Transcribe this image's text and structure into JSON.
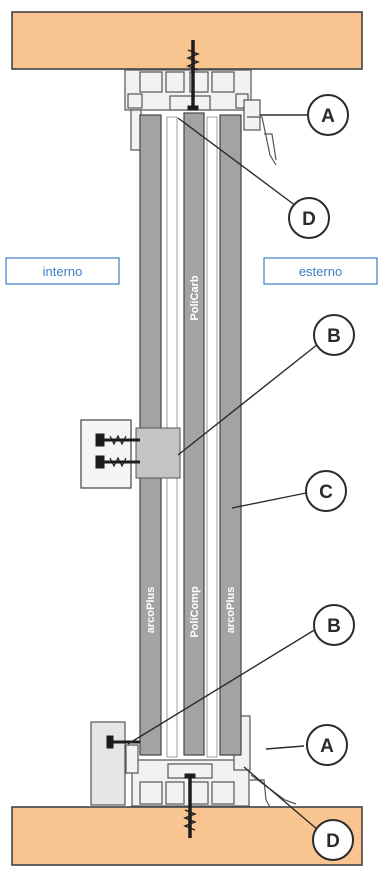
{
  "side_labels": {
    "inside": "interno",
    "outside": "esterno"
  },
  "panel_labels": {
    "inner_panel": "arcoPlus",
    "middle_upper": "PoliCarb",
    "middle_lower": "PoliComp",
    "outer_panel": "arcoPlus"
  },
  "callouts": {
    "a_top": "A",
    "d_top": "D",
    "b_upper": "B",
    "c": "C",
    "b_lower": "B",
    "a_bottom": "A",
    "d_bottom": "D"
  },
  "colors": {
    "wood": "#f8c48f",
    "panel": "#a3a3a3",
    "frame": "#f1f1f1",
    "outline": "#3c3c3c",
    "side_label": "#3a7fc6"
  }
}
